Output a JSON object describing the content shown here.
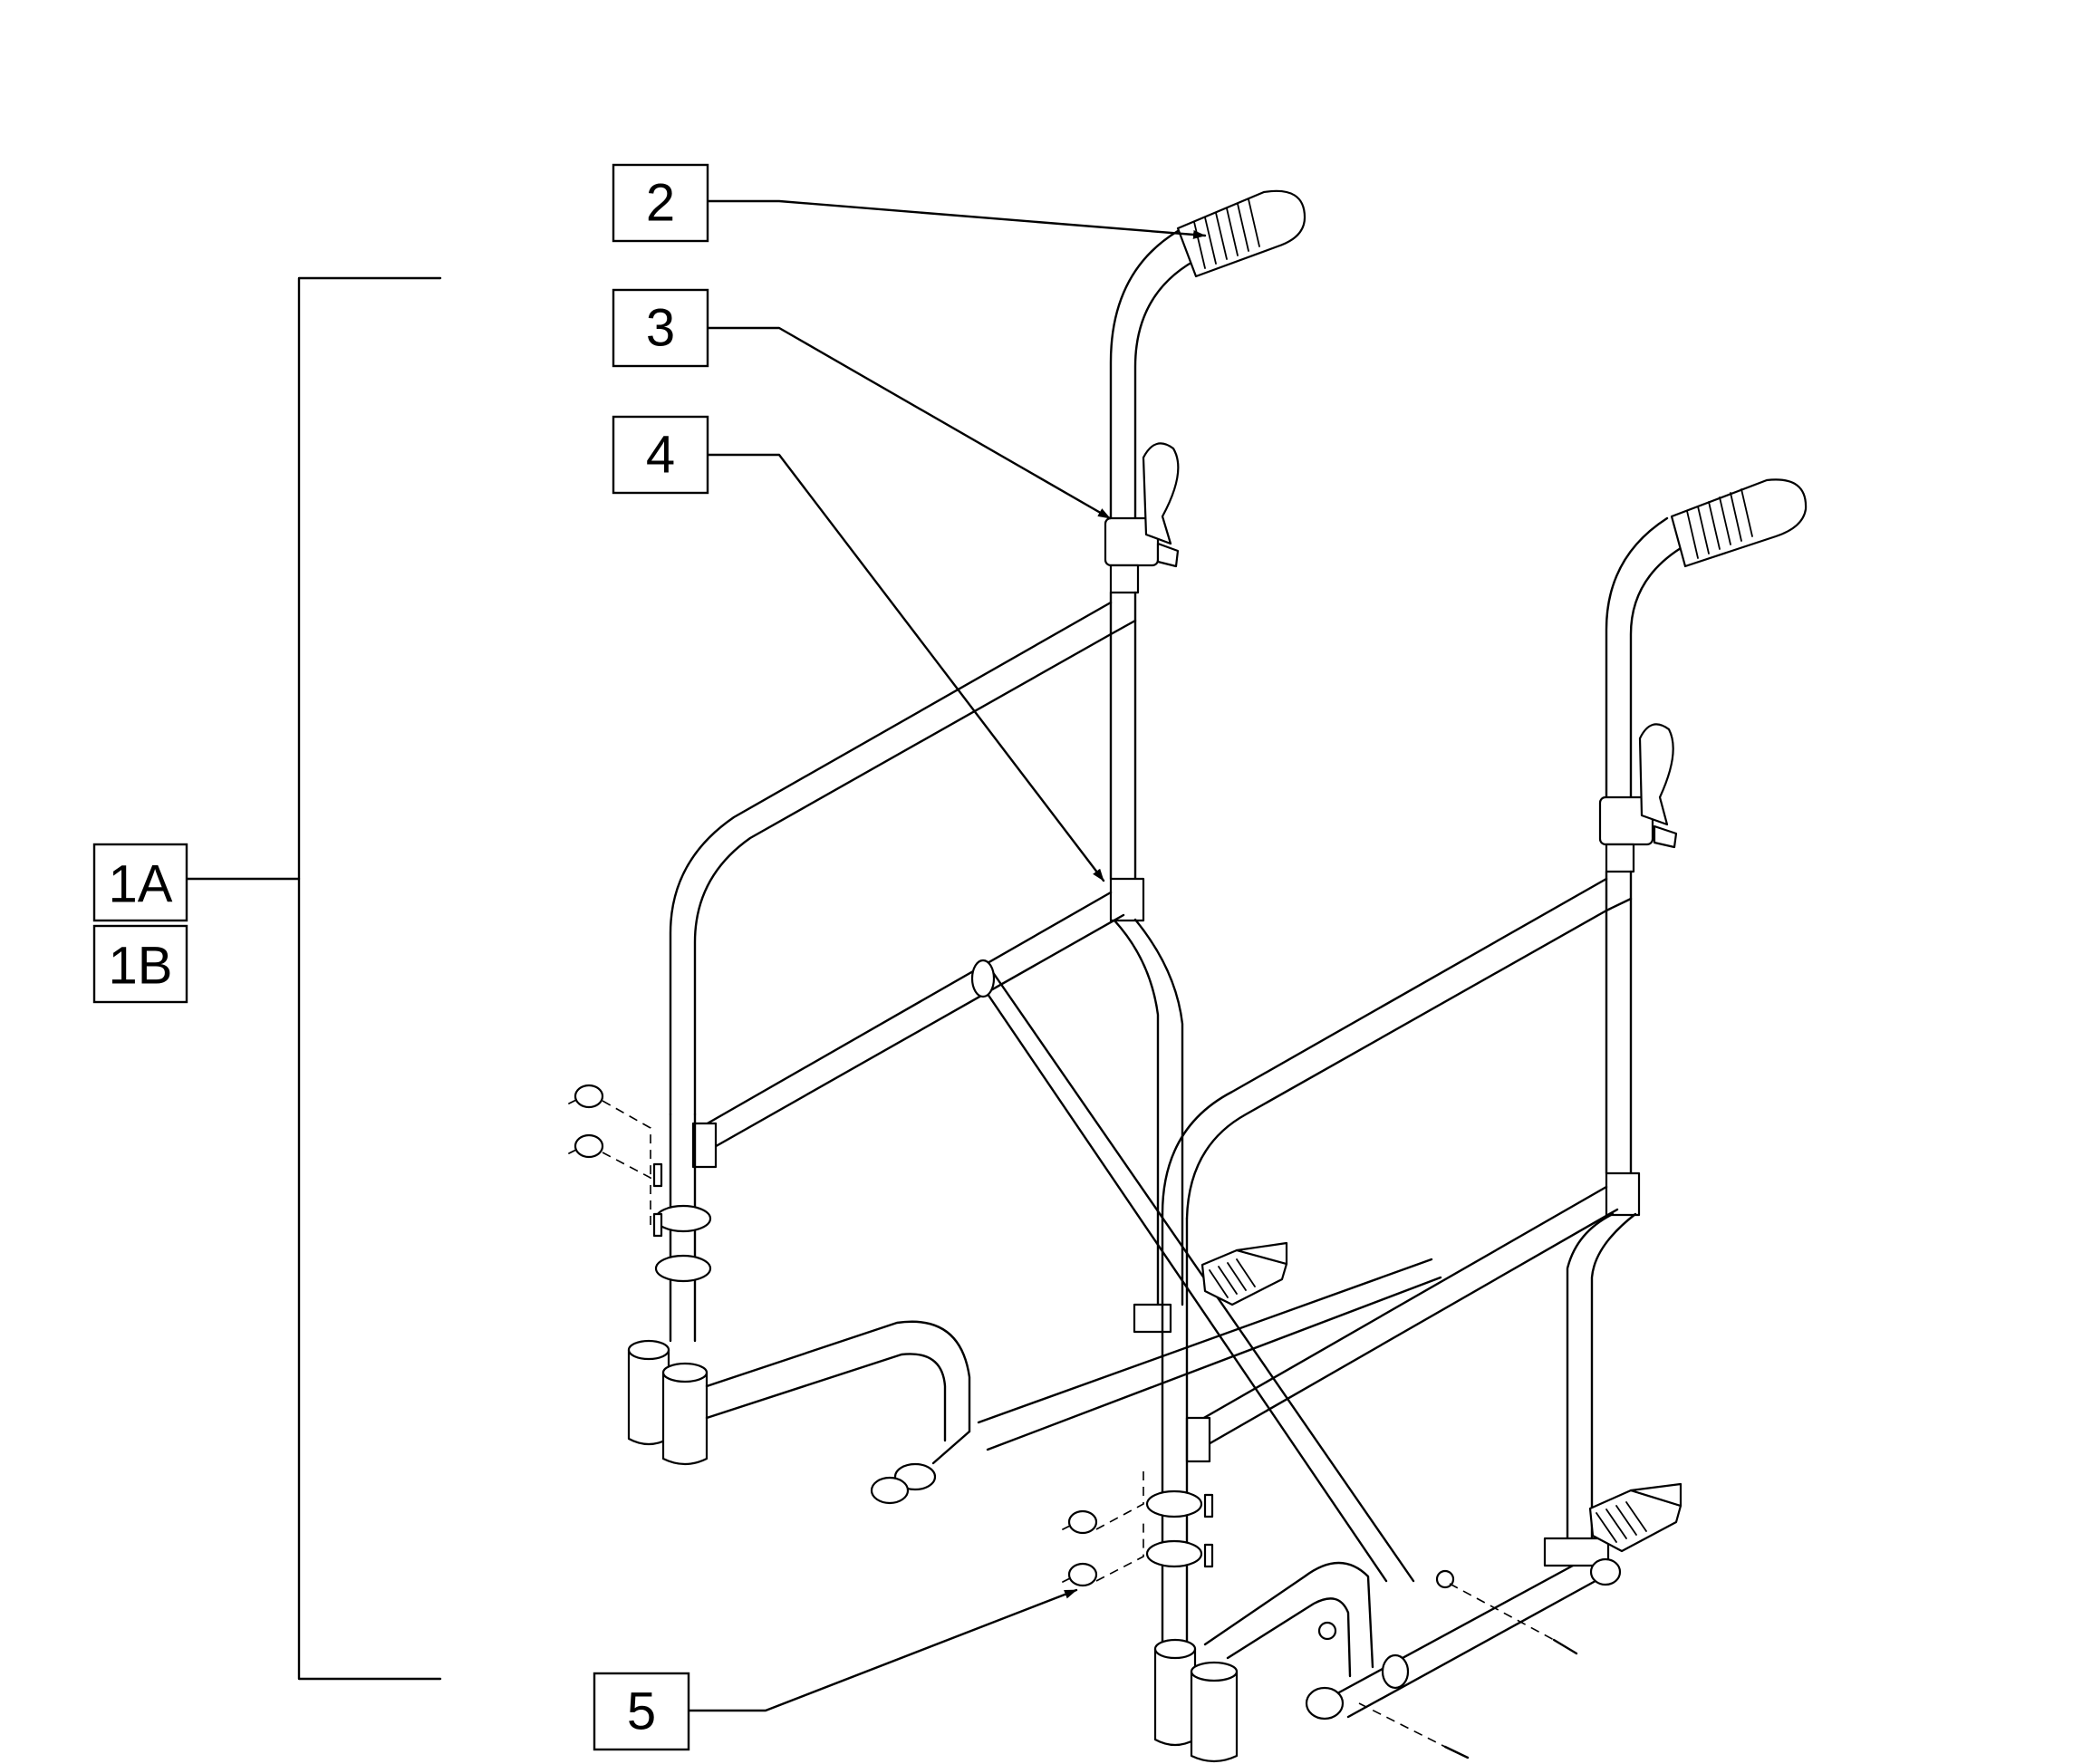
{
  "callouts": [
    {
      "id": "label-1a",
      "text": "1A"
    },
    {
      "id": "label-1b",
      "text": "1B"
    },
    {
      "id": "label-2",
      "text": "2"
    },
    {
      "id": "label-3",
      "text": "3"
    },
    {
      "id": "label-4",
      "text": "4"
    },
    {
      "id": "label-5",
      "text": "5"
    }
  ]
}
